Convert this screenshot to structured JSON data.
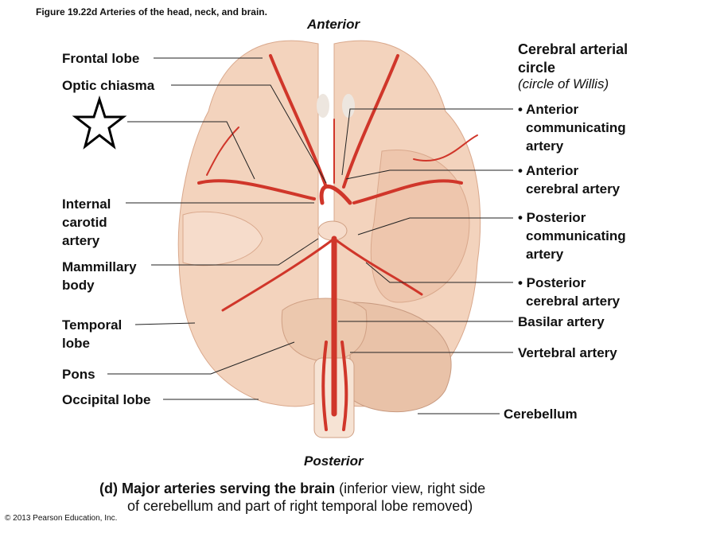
{
  "figure_title": "Figure 19.22d  Arteries of the head, neck, and brain.",
  "orientation": {
    "top": "Anterior",
    "bottom": "Posterior"
  },
  "left_labels": {
    "frontal_lobe": "Frontal lobe",
    "optic_chiasma": "Optic chiasma",
    "internal_carotid": [
      "Internal",
      "carotid",
      "artery"
    ],
    "mammillary_body": [
      "Mammillary",
      "body"
    ],
    "temporal_lobe": [
      "Temporal",
      "lobe"
    ],
    "pons": "Pons",
    "occipital_lobe": "Occipital lobe"
  },
  "right_labels": {
    "circle_title": [
      "Cerebral arterial",
      "circle"
    ],
    "circle_subtitle": "(circle of Willis)",
    "anterior_communicating": [
      "• Anterior",
      "communicating",
      "artery"
    ],
    "anterior_cerebral": [
      "• Anterior",
      "cerebral artery"
    ],
    "posterior_communicating": [
      "• Posterior",
      "communicating",
      "artery"
    ],
    "posterior_cerebral": [
      "• Posterior",
      "cerebral artery"
    ],
    "basilar": "Basilar artery",
    "vertebral": "Vertebral artery",
    "cerebellum": "Cerebellum"
  },
  "caption": {
    "letter": "(d)",
    "bold": "Major arteries serving the brain",
    "line1_rest": " (inferior view, right side",
    "line2": "of cerebellum and part of right temporal lobe removed)"
  },
  "copyright": "© 2013 Pearson Education, Inc.",
  "colors": {
    "brain": "#f3d3bd",
    "brain_shade": "#e2b59a",
    "artery": "#d0362a"
  }
}
